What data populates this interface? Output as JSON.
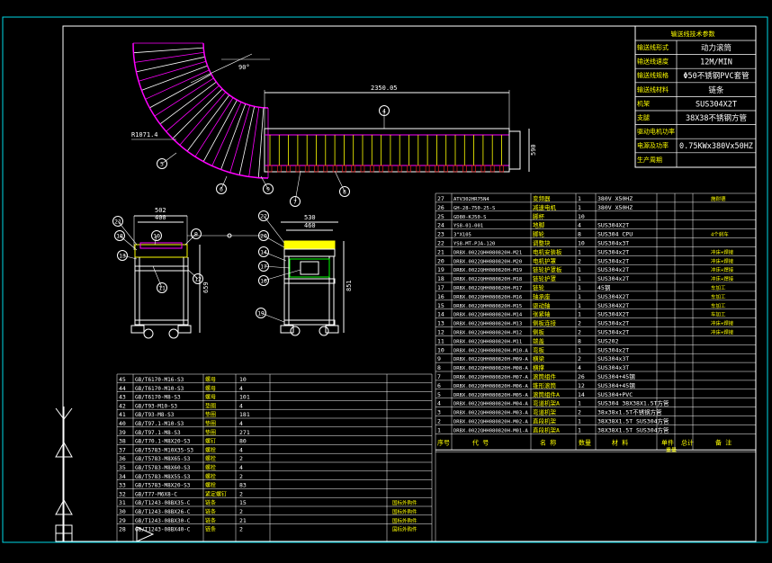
{
  "spec_table": {
    "title": "输送线技术参数",
    "rows": [
      {
        "label": "输送线形式",
        "value": "动力滚筒"
      },
      {
        "label": "输送线速度",
        "value": "12M/MIN"
      },
      {
        "label": "输送线规格",
        "value": "Φ50不锈钢PVC套管"
      },
      {
        "label": "输送线材料",
        "value": "链条"
      },
      {
        "label": "机架",
        "value": "SUS304X2T"
      },
      {
        "label": "支腿",
        "value": "38X38不锈钢方管"
      },
      {
        "label": "驱动电机功率",
        "value": ""
      },
      {
        "label": "电源及功率",
        "value": "0.75KWx380Vx50HZ"
      },
      {
        "label": "生产周期",
        "value": ""
      }
    ]
  },
  "dimensions": {
    "angle": "90°",
    "radius": "R1071.4",
    "straight_length": "2350.05",
    "side_height": "590",
    "front_outer_width": "502",
    "front_inner_width": "400",
    "side_outer_width": "530",
    "side_inner_width": "460",
    "front_height": "659",
    "side_height_total": "851"
  },
  "balloons": {
    "plan": [
      "4",
      "5",
      "6",
      "7",
      "8",
      "9"
    ],
    "front": [
      "21",
      "18",
      "10",
      "13",
      "9",
      "11",
      "12"
    ],
    "side": [
      "22",
      "20",
      "14",
      "17",
      "16",
      "19"
    ]
  },
  "upper_bom": {
    "header": {
      "no": "序号",
      "code": "代 号",
      "name": "名 称",
      "qty": "数量",
      "material": "材 料",
      "unit_weight": "单件",
      "total_weight": "总计",
      "weight": "重量",
      "remark": "备 注"
    },
    "rows": [
      {
        "no": "27",
        "code": "ATV302HR75N4",
        "name": "变频器",
        "qty": "1",
        "material": "380V X50HZ",
        "remark": "施耐德"
      },
      {
        "no": "26",
        "code": "GH-28-750-25-S",
        "name": "减速电机",
        "qty": "1",
        "material": "380V X50HZ",
        "remark": ""
      },
      {
        "no": "25",
        "code": "GD80-KJ50-S",
        "name": "脚杯",
        "qty": "10",
        "material": "",
        "remark": ""
      },
      {
        "no": "24",
        "code": "YS8-01-001",
        "name": "地脚",
        "qty": "4",
        "material": "SUS304X2T",
        "remark": ""
      },
      {
        "no": "23",
        "code": "3\"X105",
        "name": "脚轮",
        "qty": "8",
        "material": "SUS304 CPU",
        "remark": "4个刹车"
      },
      {
        "no": "22",
        "code": "YS8-MT-PJA-120",
        "name": "调整块",
        "qty": "10",
        "material": "SUS304x3T",
        "remark": ""
      },
      {
        "no": "21",
        "code": "DRBX.0022QHH080820H-M21",
        "name": "电机安装板",
        "qty": "1",
        "material": "SUS304x2T",
        "remark": "冲床+焊接"
      },
      {
        "no": "20",
        "code": "DRBX.0022QHH080820H-M20",
        "name": "电机护罩",
        "qty": "2",
        "material": "SUS304x2T",
        "remark": "冲床+焊接"
      },
      {
        "no": "19",
        "code": "DRBX.0022QHH080820H-M19",
        "name": "链轮护罩板",
        "qty": "1",
        "material": "SUS304x2T",
        "remark": "冲床+焊接"
      },
      {
        "no": "18",
        "code": "DRBX.0022QHH080820H-M18",
        "name": "链轮护罩",
        "qty": "1",
        "material": "SUS304x2T",
        "remark": "冲床+焊接"
      },
      {
        "no": "17",
        "code": "DRBX.0022QHH080820H-M17",
        "name": "链轮",
        "qty": "1",
        "material": "45钢",
        "remark": "车加工"
      },
      {
        "no": "16",
        "code": "DRBX.0022QHH080820H-M16",
        "name": "轴承座",
        "qty": "1",
        "material": "SUS304X2T",
        "remark": "车加工"
      },
      {
        "no": "15",
        "code": "DRBX.0022QHH080820H-M15",
        "name": "驱动轴",
        "qty": "1",
        "material": "SUS304X2T",
        "remark": "车加工"
      },
      {
        "no": "14",
        "code": "DRBX.0022QHH080820H-M14",
        "name": "张紧轴",
        "qty": "1",
        "material": "SUS304X2T",
        "remark": "车加工"
      },
      {
        "no": "13",
        "code": "DRBX.0022QHH080820H-M13",
        "name": "侧板连接",
        "qty": "2",
        "material": "SUS304x2T",
        "remark": "冲床+焊接"
      },
      {
        "no": "12",
        "code": "DRBX.0022QHH080820H-M12",
        "name": "侧板",
        "qty": "2",
        "material": "SUS304x2T",
        "remark": "冲床+焊接"
      },
      {
        "no": "11",
        "code": "DRBX.0022QHH080820H-M11",
        "name": "端盖",
        "qty": "8",
        "material": "SUS202",
        "remark": ""
      },
      {
        "no": "10",
        "code": "DRBX.0022QHH080820H-M10-A",
        "name": "弯板",
        "qty": "1",
        "material": "SUS304x2T",
        "remark": ""
      },
      {
        "no": "9",
        "code": "DRBX.0022QHH080820H-M09-A",
        "name": "横梁",
        "qty": "2",
        "material": "SUS304x3T",
        "remark": ""
      },
      {
        "no": "8",
        "code": "DRBX.0022QHH080820H-M08-A",
        "name": "横撑",
        "qty": "4",
        "material": "SUS304x3T",
        "remark": ""
      },
      {
        "no": "7",
        "code": "DRBX.0022QHH080820H-M07-A",
        "name": "滚筒组件",
        "qty": "26",
        "material": "SUS304+45钢",
        "remark": ""
      },
      {
        "no": "6",
        "code": "DRBX.0022QHH080820H-M06-A",
        "name": "锥形滚筒",
        "qty": "12",
        "material": "SUS304+45钢",
        "remark": ""
      },
      {
        "no": "5",
        "code": "DRBX.0022QHH080820H-M05-A",
        "name": "滚筒组件A",
        "qty": "14",
        "material": "SUS304+PVC",
        "remark": ""
      },
      {
        "no": "4",
        "code": "DRBX.0022QHH080820H-M04-A",
        "name": "弯道机架A",
        "qty": "1",
        "material": "SUS304 38X38X1.5T方管",
        "remark": ""
      },
      {
        "no": "3",
        "code": "DRBX.0022QHH080820H-M03-A",
        "name": "弯道机架",
        "qty": "2",
        "material": "38x38x1.5T不锈钢方管",
        "remark": ""
      },
      {
        "no": "2",
        "code": "DRBX.0022QHH080820H-M02-A",
        "name": "直段机架",
        "qty": "1",
        "material": "38X38X1.5T SUS304方管",
        "remark": ""
      },
      {
        "no": "1",
        "code": "DRBX.0022QHH080820H-M01-A",
        "name": "直段机架A",
        "qty": "1",
        "material": "38X38X1.5T SUS304方管",
        "remark": ""
      }
    ]
  },
  "lower_bom": {
    "rows": [
      {
        "no": "45",
        "code": "GB/T6170-M16-S3",
        "name": "螺母",
        "qty": "10",
        "remark": ""
      },
      {
        "no": "44",
        "code": "GB/T6170-M10-S3",
        "name": "螺母",
        "qty": "4",
        "remark": ""
      },
      {
        "no": "43",
        "code": "GB/T6170-M8-S3",
        "name": "螺母",
        "qty": "101",
        "remark": ""
      },
      {
        "no": "42",
        "code": "GB/T93-M10-S3",
        "name": "垫圈",
        "qty": "4",
        "remark": ""
      },
      {
        "no": "41",
        "code": "GB/T93-M8-S3",
        "name": "垫圈",
        "qty": "181",
        "remark": ""
      },
      {
        "no": "40",
        "code": "GB/T97.1-M10-S3",
        "name": "垫圈",
        "qty": "4",
        "remark": ""
      },
      {
        "no": "39",
        "code": "GB/T97.1-M8-S3",
        "name": "垫圈",
        "qty": "271",
        "remark": ""
      },
      {
        "no": "38",
        "code": "GB/T70.1-M8X20-S3",
        "name": "螺钉",
        "qty": "80",
        "remark": ""
      },
      {
        "no": "37",
        "code": "GB/T5783-M10X35-S3",
        "name": "螺栓",
        "qty": "4",
        "remark": ""
      },
      {
        "no": "36",
        "code": "GB/T5783-M8X65-S3",
        "name": "螺栓",
        "qty": "2",
        "remark": ""
      },
      {
        "no": "35",
        "code": "GB/T5783-M8X60-S3",
        "name": "螺栓",
        "qty": "4",
        "remark": ""
      },
      {
        "no": "34",
        "code": "GB/T5783-M8X55-S3",
        "name": "螺栓",
        "qty": "2",
        "remark": ""
      },
      {
        "no": "33",
        "code": "GB/T5783-M8X20-S3",
        "name": "螺栓",
        "qty": "83",
        "remark": ""
      },
      {
        "no": "32",
        "code": "GB/T77-M6X8-C",
        "name": "紧定螺钉",
        "qty": "2",
        "remark": ""
      },
      {
        "no": "31",
        "code": "GB/T1243-08BX35-C",
        "name": "链条",
        "qty": "15",
        "remark": "国标外购件"
      },
      {
        "no": "30",
        "code": "GB/T1243-08BX26-C",
        "name": "链条",
        "qty": "2",
        "remark": "国标外购件"
      },
      {
        "no": "29",
        "code": "GB/T1243-08BX30-C",
        "name": "链条",
        "qty": "21",
        "remark": "国标外购件"
      },
      {
        "no": "28",
        "code": "GB/T1243-08BX40-C",
        "name": "链条",
        "qty": "2",
        "remark": "国标外购件"
      }
    ]
  },
  "colors": {
    "background": "#000000",
    "frame": "#00d7e6",
    "white": "#ffffff",
    "yellow": "#ffff00",
    "green": "#00ff00",
    "magenta": "#ff00ff",
    "red": "#ff2020"
  }
}
